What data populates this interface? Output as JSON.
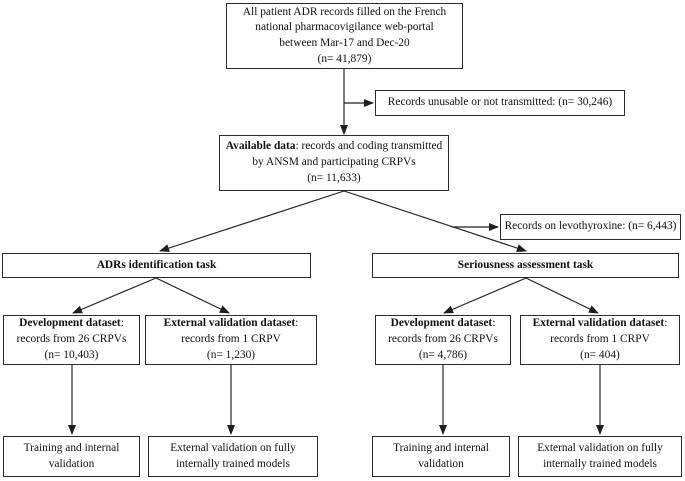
{
  "figure": {
    "type": "flow-diagram",
    "colors": {
      "background": "#ffffff",
      "box_border": "#2b2b2b",
      "text": "#111111",
      "arrow": "#1f1f1f"
    },
    "nodes": {
      "source": {
        "lines": [
          "All patient ADR records filled on the French",
          "national pharmacovigilance web-portal",
          "between Mar-17 and Dec-20",
          "(n= 41,879)"
        ]
      },
      "excluded": {
        "label": "Records unusable or not transmitted: (n= 30,246)"
      },
      "available": {
        "bold": "Available data",
        "rest": ": records and coding transmitted",
        "lines": [
          "by ANSM and participating CRPVs",
          "(n= 11,633)"
        ]
      },
      "levothyroxine": {
        "label": "Records on levothyroxine: (n= 6,443)"
      },
      "task_adr": {
        "label": "ADRs identification task"
      },
      "task_seriousness": {
        "label": "Seriousness assessment task"
      },
      "adr_dev": {
        "bold": "Development dataset",
        "rest": ":",
        "lines": [
          "records from 26 CRPVs",
          "(n= 10,403)"
        ]
      },
      "adr_ext": {
        "bold": "External validation dataset",
        "rest": ":",
        "lines": [
          "records from 1 CRPV",
          "(n= 1,230)"
        ]
      },
      "ser_dev": {
        "bold": "Development dataset",
        "rest": ":",
        "lines": [
          "records from 26 CRPVs",
          "(n= 4,786)"
        ]
      },
      "ser_ext": {
        "bold": "External validation dataset",
        "rest": ":",
        "lines": [
          "records from 1 CRPV",
          "(n= 404)"
        ]
      },
      "adr_train": {
        "lines": [
          "Training and internal",
          "validation"
        ]
      },
      "adr_extval": {
        "lines": [
          "External validation on fully",
          "internally trained models"
        ]
      },
      "ser_train": {
        "lines": [
          "Training and internal",
          "validation"
        ]
      },
      "ser_extval": {
        "lines": [
          "External validation on fully",
          "internally trained models"
        ]
      }
    }
  }
}
